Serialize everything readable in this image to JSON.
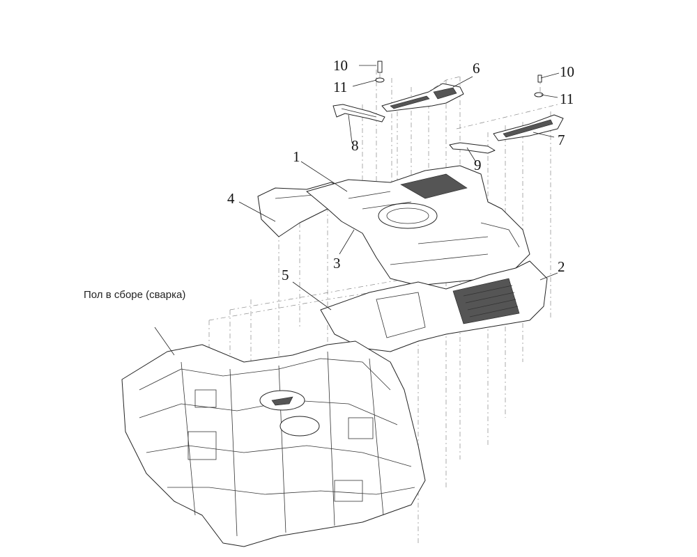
{
  "diagram": {
    "caption": "Пол в сборе (сварка)",
    "callouts": [
      {
        "id": "c1",
        "label": "1"
      },
      {
        "id": "c2",
        "label": "2"
      },
      {
        "id": "c3",
        "label": "3"
      },
      {
        "id": "c4",
        "label": "4"
      },
      {
        "id": "c5",
        "label": "5"
      },
      {
        "id": "c6",
        "label": "6"
      },
      {
        "id": "c7",
        "label": "7"
      },
      {
        "id": "c8",
        "label": "8"
      },
      {
        "id": "c9",
        "label": "9"
      },
      {
        "id": "c10a",
        "label": "10"
      },
      {
        "id": "c10b",
        "label": "10"
      },
      {
        "id": "c11a",
        "label": "11"
      },
      {
        "id": "c11b",
        "label": "11"
      }
    ]
  }
}
